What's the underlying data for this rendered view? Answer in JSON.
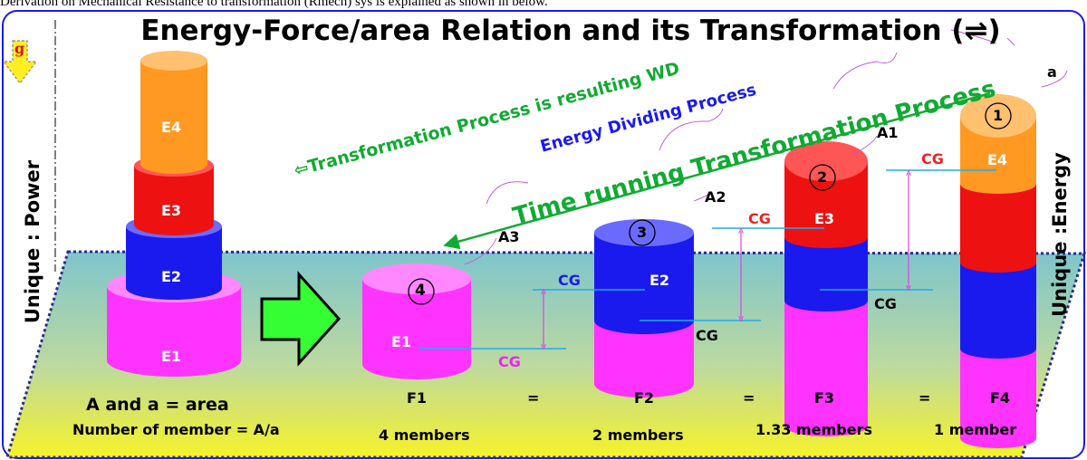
{
  "top_caption": "Derivation on Mechanical Resistance to transformation (Rmech) sys is explained as shown in below.",
  "title": "Energy-Force/area  Relation and its Transformation (⇌)",
  "gravity_label": "g",
  "left_side_label": "Unique  : Power",
  "right_side_label": "Unique :Energy",
  "diagonal_labels": {
    "transformation_wd": "⇦Transformation Process is resulting WD",
    "energy_dividing": "Energy Dividing Process",
    "time_running": "Time running Transformation Process"
  },
  "stack_labels": {
    "e1": "E1",
    "e2": "E2",
    "e3": "E3",
    "e4": "E4"
  },
  "area_labels": {
    "a": "a",
    "a1": "A1",
    "a2": "A2",
    "a3": "A3"
  },
  "circle_numbers": {
    "c1": "1",
    "c2": "2",
    "c3": "3",
    "c4": "4"
  },
  "cg_label": "CG",
  "forces": [
    "F1",
    "F2",
    "F3",
    "F4"
  ],
  "equals": "=",
  "area_definition": "A and a = area",
  "member_formula": "Number of member = A/a",
  "members": [
    "4 members",
    "2 members",
    "1.33 members",
    "1 member"
  ],
  "colors": {
    "magenta": "#ff33ff",
    "blue": "#1a1aee",
    "red": "#ee1111",
    "orange": "#ffa020",
    "green_text": "#11aa33",
    "cg_red": "#ee2222",
    "cg_blue": "#1a1aee",
    "plane_top": "#7ec5cc",
    "plane_bottom": "#f6f22a",
    "arrow_green": "#33ff33",
    "gravity_yellow": "#ffee22"
  }
}
